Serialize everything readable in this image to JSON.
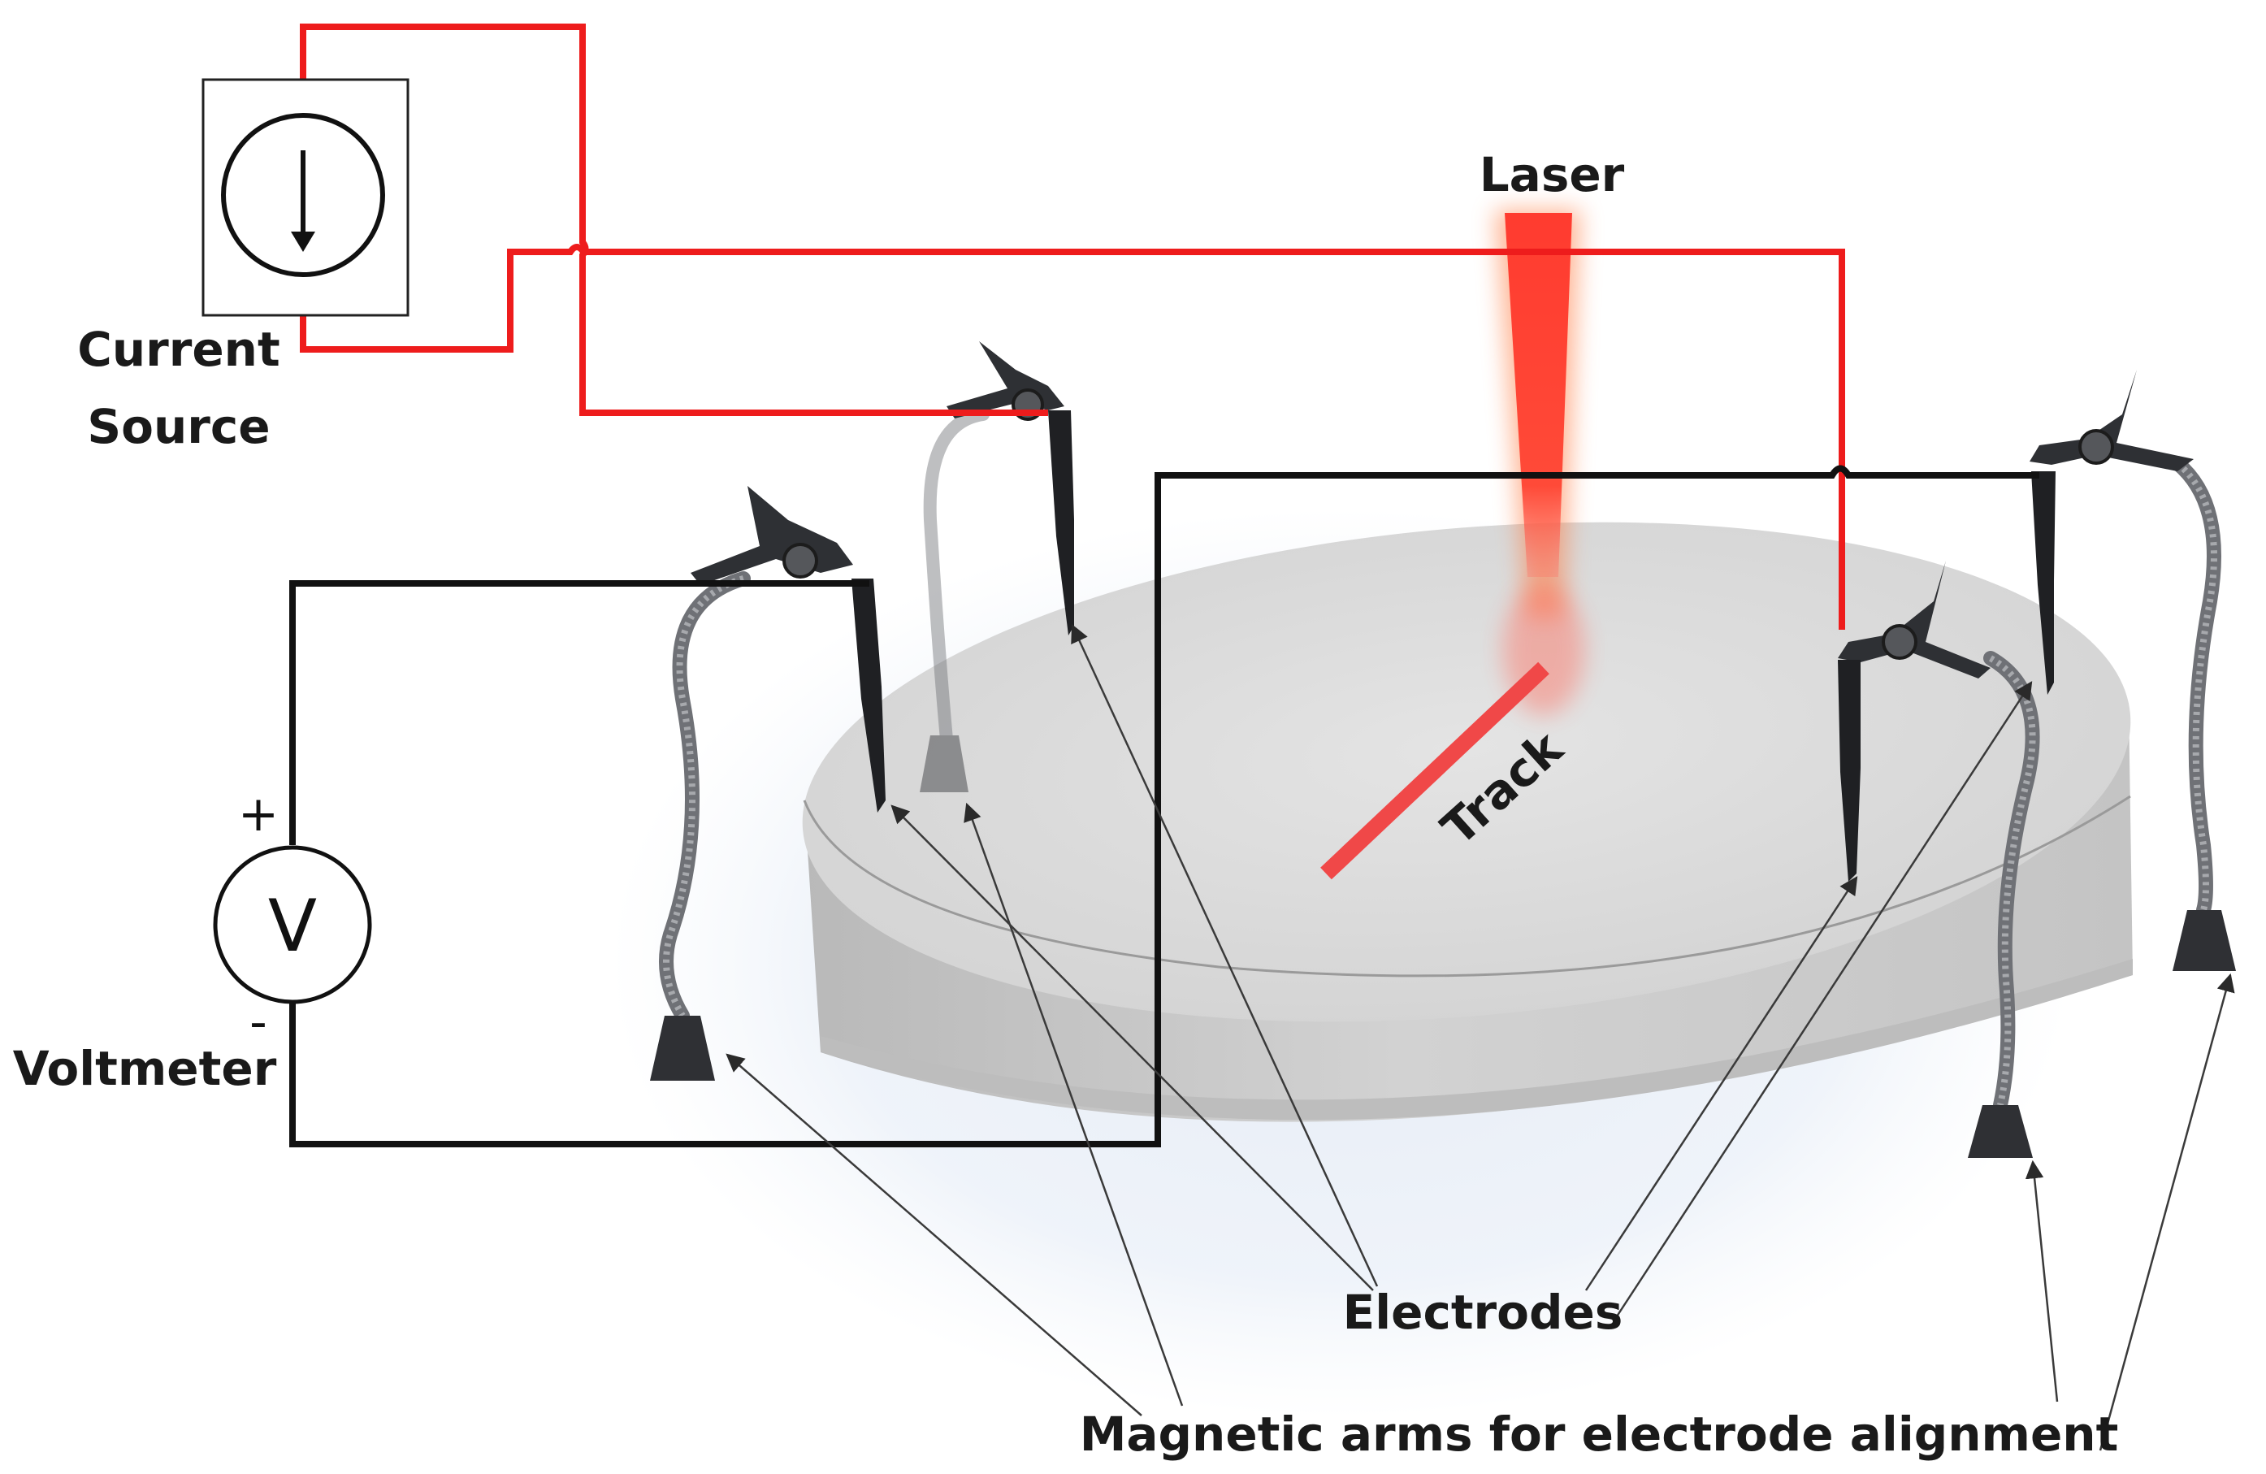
{
  "labels": {
    "current_source": [
      "Current",
      "Source"
    ],
    "voltmeter": "Voltmeter",
    "voltmeter_symbol": "V",
    "plus": "+",
    "minus": "-",
    "laser": "Laser",
    "track": "Track",
    "electrodes": "Electrodes",
    "magnetic_arms": "Magnetic arms for electrode alignment"
  },
  "colors": {
    "current_wire": "#ee1c1c",
    "voltage_wire": "#111111",
    "laser_beam": "#ff3a30",
    "track": "#f04848",
    "sample_top": "#dcdcdc",
    "sample_side": "#c8c8c8",
    "base_glow": "#e8eef7",
    "clamp": "#2e3034",
    "probe": "#1f2023",
    "gooseneck": "#8a8c90",
    "leader_line": "#3a3a3a"
  },
  "icons": {
    "current_source": "current-source-symbol",
    "voltmeter": "voltmeter-symbol",
    "clamp": "spring-clamp-icon",
    "arm": "gooseneck-magnetic-arm"
  }
}
